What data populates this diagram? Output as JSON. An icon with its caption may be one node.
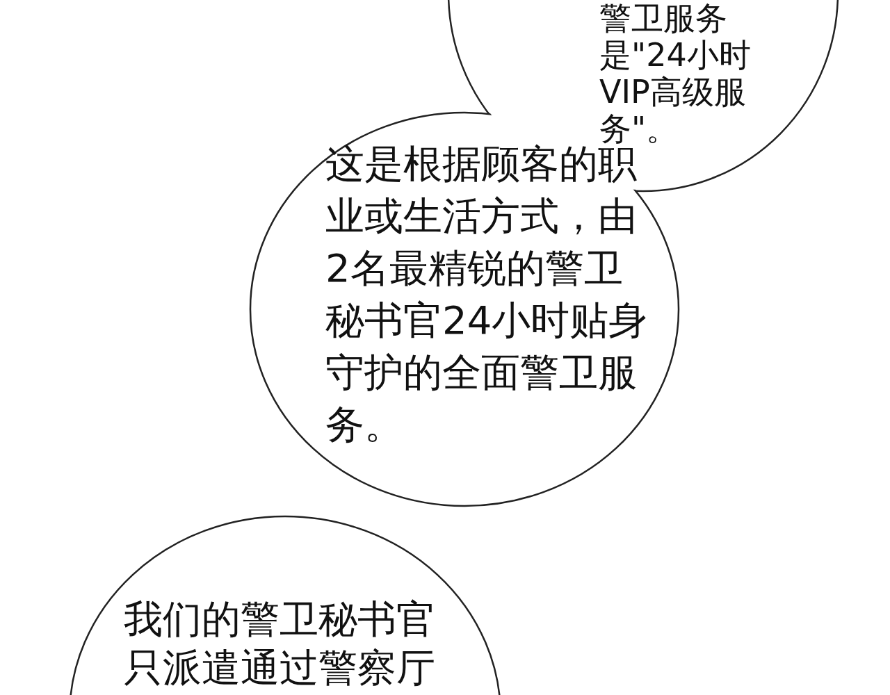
{
  "diagram": {
    "nodes": [
      {
        "text": [
          "警卫服务是\"24小时VIP高级服务\"。"
        ]
      },
      {
        "text": [
          "这是根据顾客的职业或生活方式，由2名最精锐的警卫秘书官24小时贴身守护的全面警卫服务。"
        ]
      },
      {
        "text": [
          "我们的警卫秘书官只派遣通过警察厅"
        ]
      }
    ]
  }
}
